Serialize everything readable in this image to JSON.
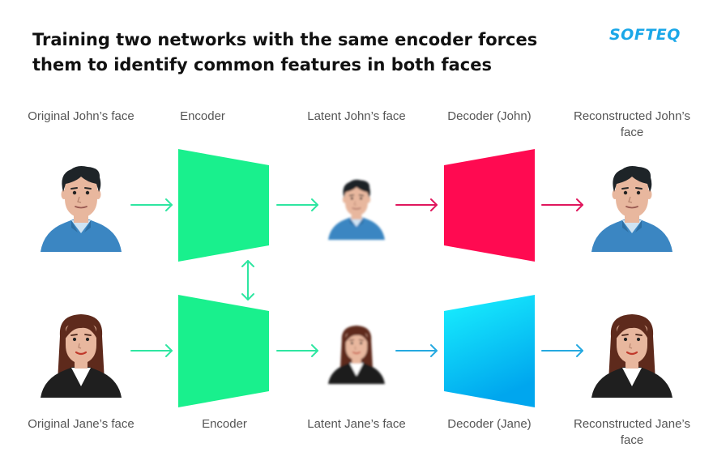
{
  "title": "Training two networks with the same encoder forces them to identify common features in both faces",
  "logo_text": "SOFTEQ",
  "colors": {
    "encoder": "#19f08d",
    "decoder_john": "#ff0a51",
    "decoder_jane_top": "#19f2ff",
    "decoder_jane_bottom": "#00a6ee",
    "arrow_green": "#2ee6a1",
    "arrow_red": "#e0175d",
    "arrow_blue": "#25a9e0",
    "shirt_john": "#3b86c2",
    "hair_john": "#1e2428",
    "hair_jane": "#5e2a1c",
    "jacket_jane": "#1f1f1f",
    "skin": "#e8b79e",
    "logo": "#1aa7e8"
  },
  "top_row": {
    "original_label": "Original John’s face",
    "encoder_label": "Encoder",
    "latent_label": "Latent John’s face",
    "decoder_label": "Decoder (John)",
    "reconstructed_label": "Reconstructed John’s face"
  },
  "bottom_row": {
    "original_label": "Original Jane’s face",
    "encoder_label": "Encoder",
    "latent_label": "Latent Jane’s face",
    "decoder_label": "Decoder (Jane)",
    "reconstructed_label": "Reconstructed Jane’s face"
  },
  "icons": {
    "john": "male-avatar-icon",
    "jane": "female-avatar-icon",
    "shared_link": "double-arrow-icon"
  }
}
